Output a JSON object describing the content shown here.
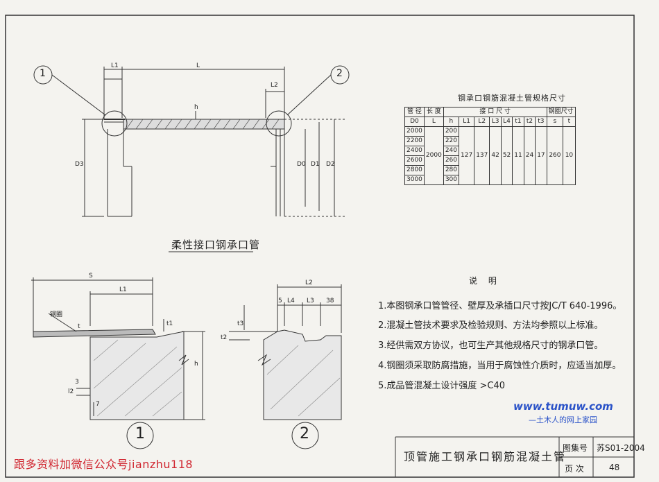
{
  "spec_table": {
    "title": "钢承口钢筋混凝土管规格尺寸",
    "header_top": {
      "diameter": "管 径",
      "length": "长 度",
      "joint": "接 口 尺 寸",
      "ring": "钢圈尺寸"
    },
    "header_sub": [
      "D0",
      "L",
      "h",
      "L1",
      "L2",
      "L3",
      "L4",
      "t1",
      "t2",
      "t3",
      "s",
      "t"
    ],
    "rows": [
      {
        "D0": "2000",
        "h": "200"
      },
      {
        "D0": "2200",
        "h": "220"
      },
      {
        "D0": "2400",
        "h": "240"
      },
      {
        "D0": "2600",
        "h": "260"
      },
      {
        "D0": "2800",
        "h": "280"
      },
      {
        "D0": "3000",
        "h": "300"
      }
    ],
    "shared": {
      "L": "2000",
      "L1": "127",
      "L2": "137",
      "L3": "42",
      "L4": "52",
      "t1": "11",
      "t2": "24",
      "t3": "17",
      "s": "260",
      "t": "10"
    }
  },
  "drawing": {
    "caption": "柔性接口钢承口管",
    "callout_1": "1",
    "callout_2": "2",
    "label_L": "L",
    "label_L1": "L1",
    "label_L2": "L2",
    "label_h": "h",
    "label_D0": "D0",
    "label_D1": "D1",
    "label_D2": "D2",
    "label_D3": "D3",
    "detail1": {
      "S": "S",
      "L1": "L1",
      "ring": "钢圈",
      "t": "t",
      "t1": "t1",
      "h": "h",
      "l2": "l2",
      "num3": "3",
      "num7": "7"
    },
    "detail2": {
      "L2": "L2",
      "n5": "5",
      "L4": "L4",
      "L3": "L3",
      "n38": "38",
      "t3": "t3",
      "t2": "t2"
    }
  },
  "notes": {
    "title": "说 明",
    "items": [
      "1.本图钢承口管管径、壁厚及承插口尺寸按JC/T 640-1996。",
      "2.混凝土管技术要求及检验规则、方法均参照以上标准。",
      "3.经供需双方协议，也可生产其他规格尺寸的钢承口管。",
      "4.钢圈须采取防腐措施，当用于腐蚀性介质时，应适当加厚。",
      "5.成品管混凝土设计强度 >C40"
    ]
  },
  "title_block": {
    "title": "顶管施工钢承口钢筋混凝土管",
    "atlas_label": "图集号",
    "atlas_value": "苏S01-2004",
    "page_label": "页 次",
    "page_value": "48"
  },
  "watermark": {
    "text": "跟多资料加微信公众号jianzhu118",
    "site": "www.tumuw.com",
    "site_sub": "—土木人的网上家园"
  }
}
